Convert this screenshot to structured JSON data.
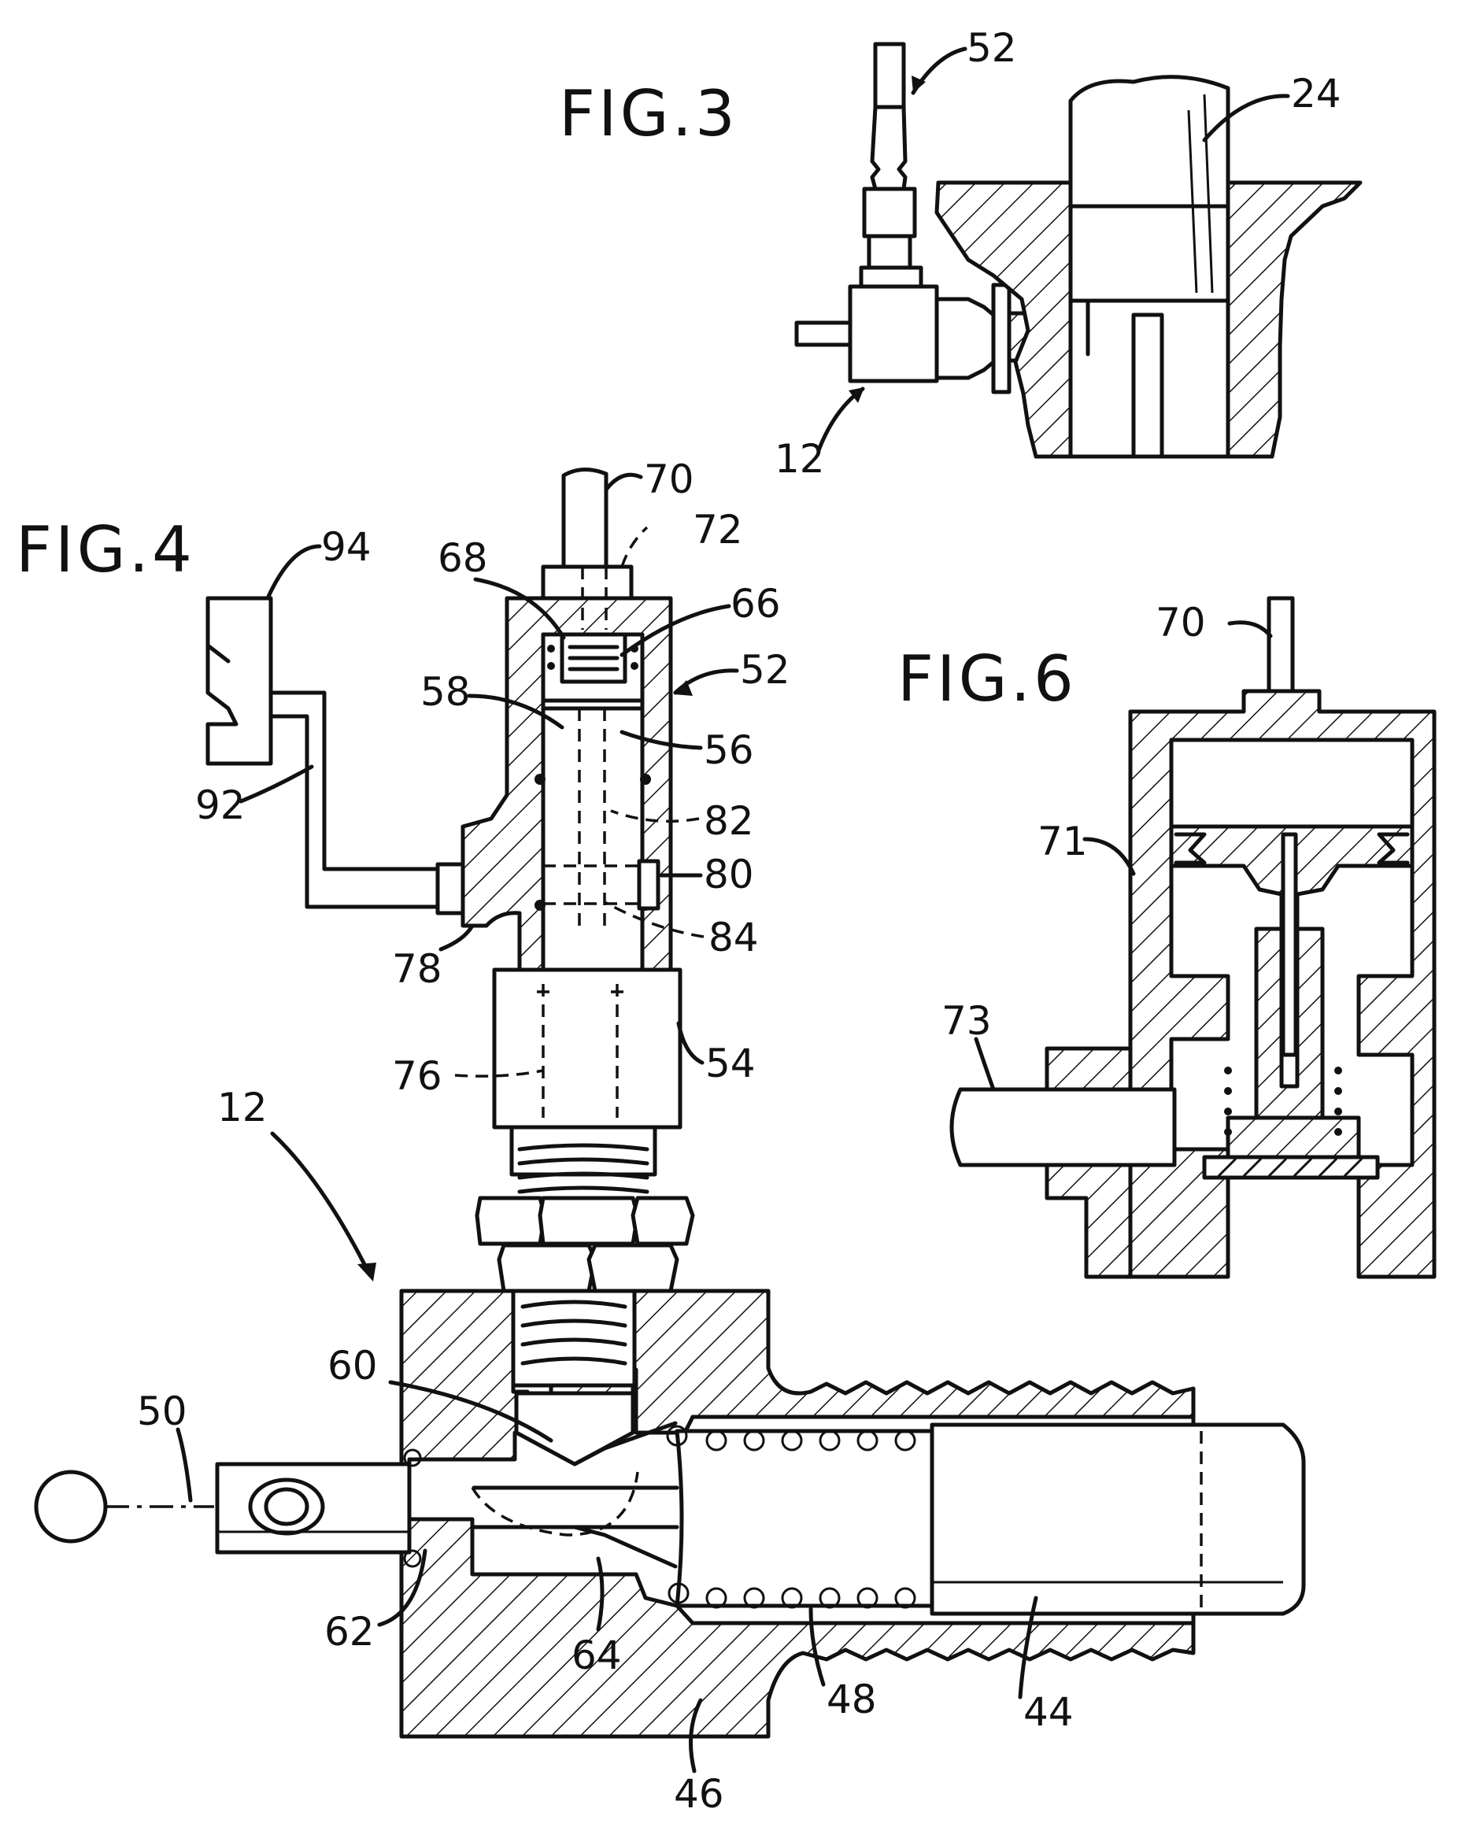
{
  "figures": [
    {
      "id": "fig3",
      "title": "FIG.3"
    },
    {
      "id": "fig4",
      "title": "FIG.4"
    },
    {
      "id": "fig6",
      "title": "FIG.6"
    }
  ],
  "reference_numerals": {
    "fig3": [
      "52",
      "24",
      "12"
    ],
    "fig4": [
      "70",
      "72",
      "94",
      "68",
      "66",
      "52",
      "58",
      "56",
      "92",
      "82",
      "80",
      "78",
      "84",
      "54",
      "76",
      "12",
      "60",
      "50",
      "62",
      "64",
      "48",
      "44",
      "46"
    ],
    "fig6": [
      "70",
      "71",
      "73"
    ]
  }
}
